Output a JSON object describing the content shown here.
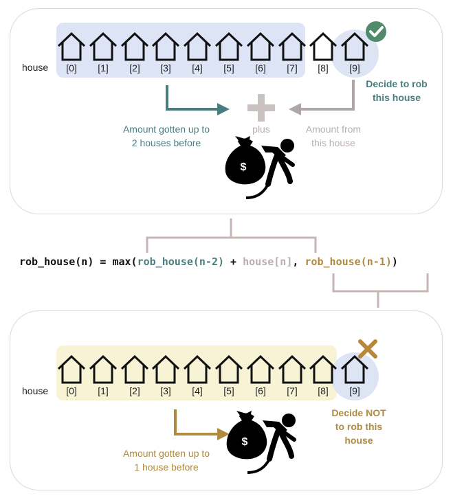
{
  "top": {
    "row_label": "house",
    "indices": [
      "[0]",
      "[1]",
      "[2]",
      "[3]",
      "[4]",
      "[5]",
      "[6]",
      "[7]",
      "[8]",
      "[9]"
    ],
    "decision": "Decide to rob this house",
    "decision_lines": [
      "Decide to rob",
      "this house"
    ],
    "plus_label": "plus",
    "left_caption_lines": [
      "Amount gotten up to",
      "2 houses before"
    ],
    "right_caption_lines": [
      "Amount from",
      "this house"
    ],
    "bag_symbol": "$"
  },
  "formula": {
    "prefix": "rob_house(n) = max(",
    "term1": "rob_house(n-2)",
    "plus": " + ",
    "term2_word": "house",
    "term2_index": "[n]",
    "comma": ", ",
    "term3": "rob_house(n-1)",
    "suffix": ")"
  },
  "bottom": {
    "row_label": "house",
    "indices": [
      "[0]",
      "[1]",
      "[2]",
      "[3]",
      "[4]",
      "[5]",
      "[6]",
      "[7]",
      "[8]",
      "[9]"
    ],
    "decision_lines": [
      "Decide NOT",
      "to rob this",
      "house"
    ],
    "left_caption_lines": [
      "Amount gotten up to",
      "1 house before"
    ],
    "bag_symbol": "$"
  },
  "colors": {
    "teal": "#4a7d7f",
    "gray": "#b8aeae",
    "gold": "#b08a3e",
    "check_green": "#4f8a6a",
    "cross_gold": "#b8883a"
  },
  "icons": {
    "house": "house-outline-icon",
    "check": "check-circle-icon",
    "cross": "cross-icon",
    "plus": "plus-icon",
    "robber": "robber-with-money-bag-icon"
  }
}
